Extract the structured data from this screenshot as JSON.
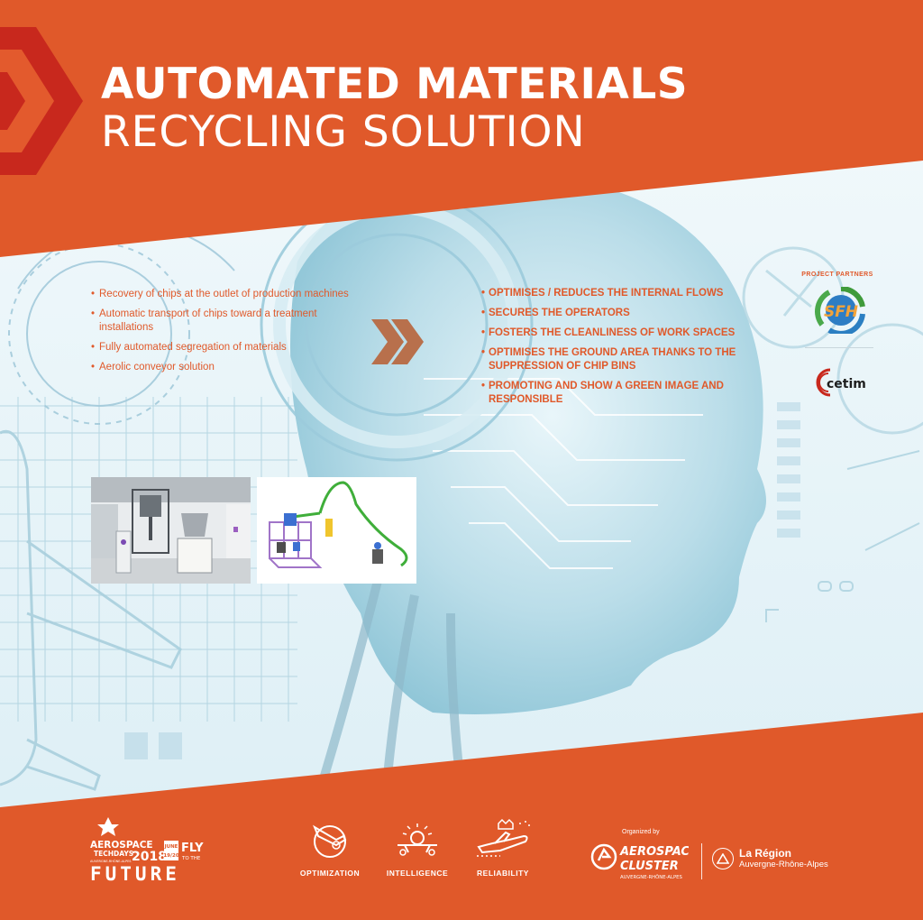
{
  "title": {
    "line1": "AUTOMATED MATERIALS",
    "line2": "RECYCLING SOLUTION"
  },
  "features": [
    "Recovery of chips at the outlet of production machines",
    "Automatic transport of chips toward a treatment installations",
    "Fully automated segregation of materials",
    "Aerolic conveyor solution"
  ],
  "benefits": [
    "OPTIMISES / REDUCES THE INTERNAL FLOWS",
    "SECURES THE OPERATORS",
    "FOSTERS THE CLEANLINESS OF WORK SPACES",
    "OPTIMISES THE GROUND AREA THANKS TO THE SUPPRESSION OF CHIP BINS",
    "PROMOTING AND SHOW A GREEN IMAGE AND RESPONSIBLE"
  ],
  "partners": {
    "heading": "PROJECT PARTNERS",
    "sfh": "SFH",
    "cetim": "cetim"
  },
  "event": {
    "brand_top": "AEROSPACE",
    "brand_sub": "TECHDAYS",
    "tagline_small": "AUVERGNE-RHÔNE-ALPES",
    "year": "2018",
    "month": "JUNE",
    "dates": "19/20",
    "fly": "FLY",
    "to_the": "TO THE",
    "future": "FUTURE"
  },
  "pillars": [
    {
      "label": "OPTIMIZATION",
      "icon": "plane-globe-icon"
    },
    {
      "label": "INTELLIGENCE",
      "icon": "drone-icon"
    },
    {
      "label": "RELIABILITY",
      "icon": "plane-crown-icon"
    }
  ],
  "organizer": {
    "organized_by": "Organized by",
    "cluster_line1": "AEROSPACE",
    "cluster_line2": "CLUSTER",
    "cluster_line3": "AUVERGNE-RHÔNE-ALPES",
    "region_name": "La Région",
    "region_sub": "Auvergne-Rhône-Alpes"
  },
  "colors": {
    "brand_orange": "#e0592a",
    "dark_red": "#c8281d",
    "sky_blue": "#bfdfeb",
    "white": "#ffffff"
  }
}
